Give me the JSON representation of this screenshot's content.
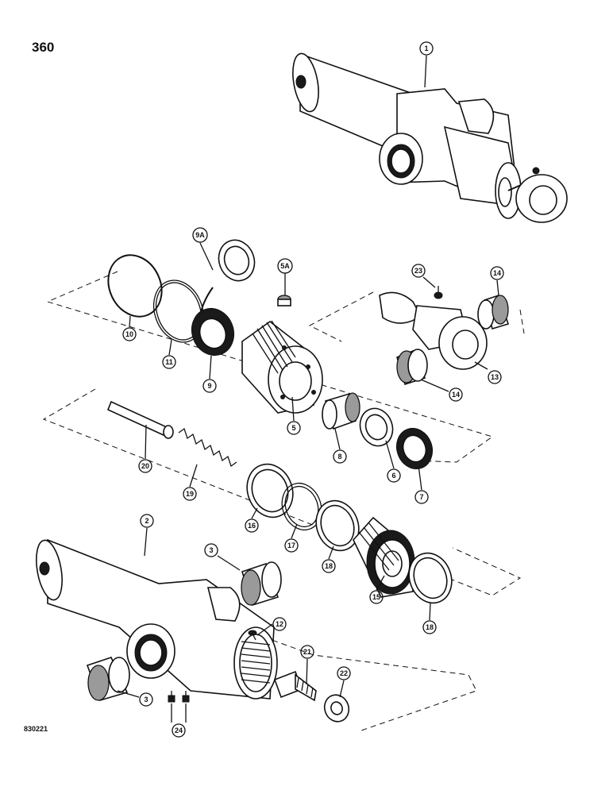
{
  "page_number": "360",
  "figure_code": "830221",
  "callouts": [
    {
      "id": "c1",
      "label": "1"
    },
    {
      "id": "c2",
      "label": "2"
    },
    {
      "id": "c3a",
      "label": "3"
    },
    {
      "id": "c3b",
      "label": "3"
    },
    {
      "id": "c5",
      "label": "5"
    },
    {
      "id": "c5A",
      "label": "5A"
    },
    {
      "id": "c6",
      "label": "6"
    },
    {
      "id": "c7",
      "label": "7"
    },
    {
      "id": "c8",
      "label": "8"
    },
    {
      "id": "c9",
      "label": "9"
    },
    {
      "id": "c9A",
      "label": "9A"
    },
    {
      "id": "c10",
      "label": "10"
    },
    {
      "id": "c11",
      "label": "11"
    },
    {
      "id": "c12",
      "label": "12"
    },
    {
      "id": "c13",
      "label": "13"
    },
    {
      "id": "c14a",
      "label": "14"
    },
    {
      "id": "c14b",
      "label": "14"
    },
    {
      "id": "c15",
      "label": "15"
    },
    {
      "id": "c16",
      "label": "16"
    },
    {
      "id": "c17",
      "label": "17"
    },
    {
      "id": "c18a",
      "label": "18"
    },
    {
      "id": "c18b",
      "label": "18"
    },
    {
      "id": "c19",
      "label": "19"
    },
    {
      "id": "c20",
      "label": "20"
    },
    {
      "id": "c21",
      "label": "21"
    },
    {
      "id": "c22",
      "label": "22"
    },
    {
      "id": "c23",
      "label": "23"
    },
    {
      "id": "c24",
      "label": "24"
    }
  ]
}
